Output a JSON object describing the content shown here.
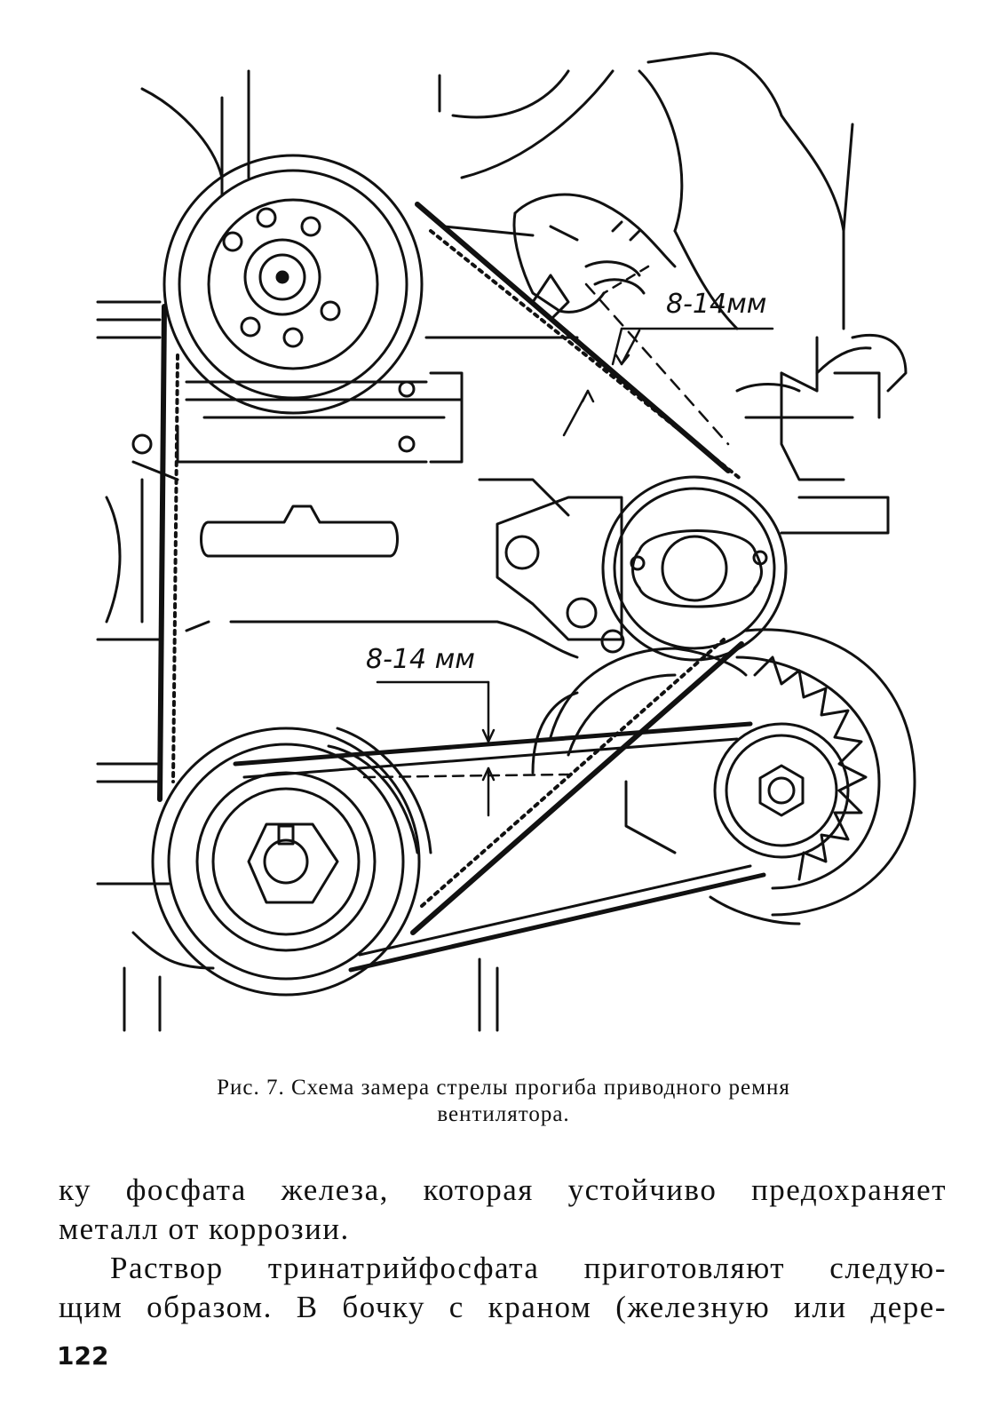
{
  "figure": {
    "dimension_label_upper": "8-14мм",
    "dimension_label_lower": "8-14 мм"
  },
  "caption": {
    "line1": "Рис. 7. Схема замера стрелы прогиба приводного ремня",
    "line2": "вентилятора."
  },
  "body": {
    "p1_line1": "ку фосфата железа, которая устойчиво предохраняет",
    "p1_line2": "металл от коррозии.",
    "p2_line1": "Раствор тринатрийфосфата приготовляют следую-",
    "p2_line2": "щим образом. В бочку с краном (железную или дере-"
  },
  "page_number": "122"
}
